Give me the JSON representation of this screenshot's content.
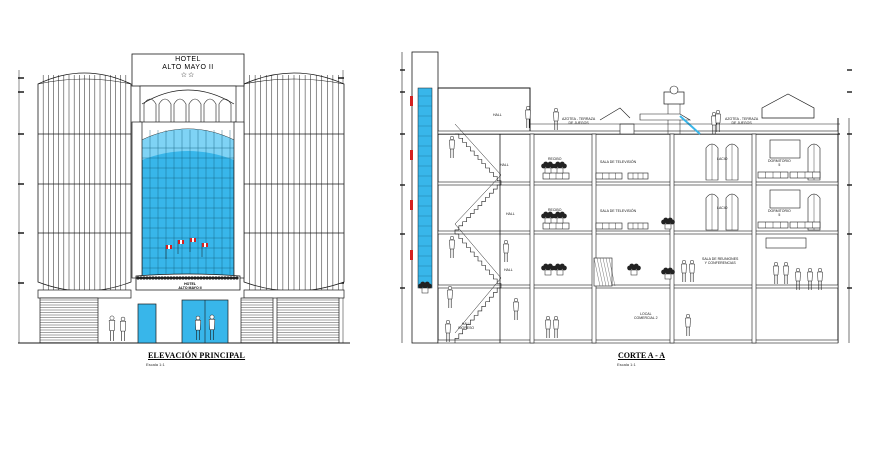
{
  "titles": {
    "elevation": "ELEVACIÓN PRINCIPAL",
    "elevation_scale": "Escala 1:1",
    "section": "CORTE A - A",
    "section_scale": "Escala 1:1"
  },
  "facade": {
    "sign_line1": "HOTEL",
    "sign_line2": "ALTO MAYO II",
    "sign_stars": "☆☆",
    "canopy_line1": "HOTEL",
    "canopy_line2": "ALTO MAYO II"
  },
  "section_labels": {
    "hall_top": "HALL",
    "hall_2": "HALL",
    "hall_3": "HALL",
    "hall_4": "HALL",
    "hall_ingreso": "HALL\nINGRESO",
    "azotea_1": "AZOTEA - TERRAZA\nDE JUEGOS",
    "azotea_2": "AZOTEA - TERRAZA\nDE JUEGOS",
    "recibo_1": "RECIBO",
    "recibo_2": "RECIBO",
    "sala_tv_1": "SALA DE TELEVISIÓN",
    "sala_tv_2": "SALA DE TELEVISIÓN",
    "sala_reuniones": "SALA DE REUNIONES\nY CONFERENCIAS",
    "dormitorio_1": "DORMITORIO\n5",
    "dormitorio_2": "DORMITORIO\n5",
    "local_comercial": "LOCAL\nCOMERCIAL 2",
    "lacio_1": "LACIO",
    "lacio_2": "LACIO"
  },
  "colors": {
    "glass": "#38b6ea",
    "glass_light": "#7fd3f5",
    "line": "#1a1a1a",
    "accent_red": "#d42020"
  }
}
